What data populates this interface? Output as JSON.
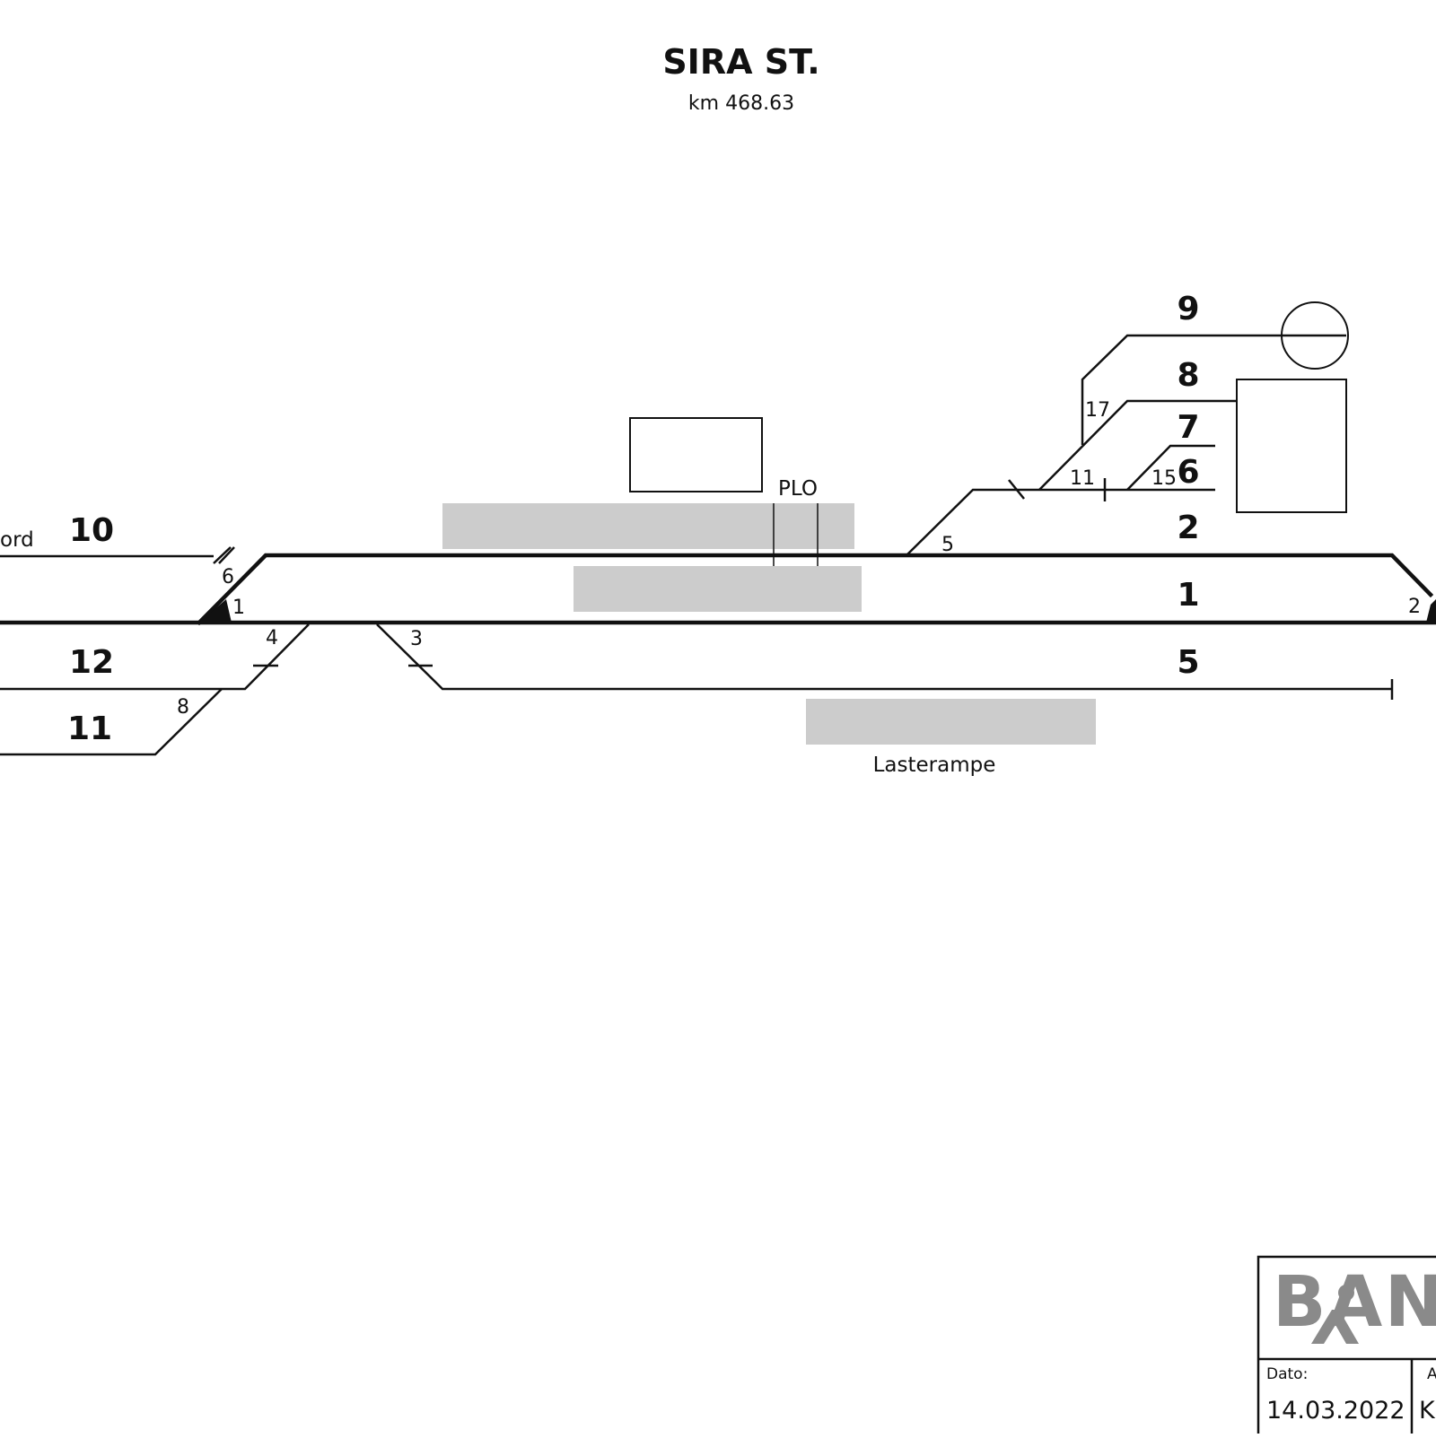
{
  "station": {
    "name": "SIRA ST.",
    "km": "km 468.63"
  },
  "direction_label": "ord",
  "tracks": {
    "t9": "9",
    "t8": "8",
    "t7": "7",
    "t6": "6",
    "t2": "2",
    "t1": "1",
    "t5": "5",
    "t10": "10",
    "t12": "12",
    "t11": "11"
  },
  "switches": {
    "s1": "1",
    "s2": "2",
    "s3": "3",
    "s4": "4",
    "s5": "5",
    "s6": "6",
    "s8": "8",
    "s11": "11",
    "s15": "15",
    "s17": "17"
  },
  "labels": {
    "plo": "PLO",
    "loading_ramp": "Lasterampe"
  },
  "title_block": {
    "logo_text": "BAN",
    "date_label": "Dato:",
    "date_value": "14.03.2022",
    "cut_label": "A",
    "cut_value": "K"
  },
  "colors": {
    "ink": "#111111",
    "platform": "#cccccc",
    "logo": "#8a8a8a"
  }
}
